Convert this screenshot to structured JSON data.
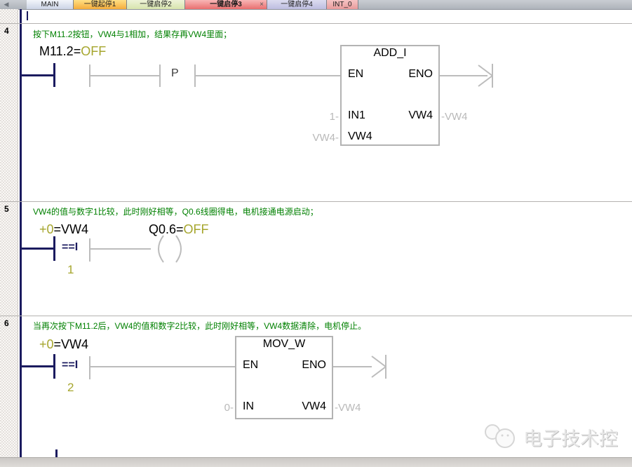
{
  "tab_bar": {
    "back_arrow": "◀",
    "tabs": [
      {
        "label": "MAIN"
      },
      {
        "label": "一键起停1"
      },
      {
        "label": "一键启停2"
      },
      {
        "label": "一键启停3",
        "close_label": "×"
      },
      {
        "label": "一键启停4"
      },
      {
        "label": "INT_0"
      }
    ]
  },
  "networks": {
    "n4": {
      "number": "4",
      "comment": "按下M11.2按钮，VW4与1相加，结果存再VW4里面；",
      "contact_address": "M11.2=",
      "contact_state": "OFF",
      "edge_label": "P",
      "block_title": "ADD_I",
      "pin_en": "EN",
      "pin_eno": "ENO",
      "in1_operand": "1-",
      "pin_in1": "IN1",
      "out_value": "VW4",
      "out_operand": "-VW4",
      "in2_operand": "VW4-",
      "pin_in2": "VW4"
    },
    "n5": {
      "number": "5",
      "comment": "VW4的值与数字1比较，此时刚好相等，Q0.6线圈得电，电机接通电源启动；",
      "compare_value": "+0",
      "compare_address": "=VW4",
      "compare_op": "==I",
      "compare_const": "1",
      "coil_address": "Q0.6=",
      "coil_state": "OFF"
    },
    "n6": {
      "number": "6",
      "comment": "当再次按下M11.2后，VW4的值和数字2比较，此时刚好相等，VW4数据清除，电机停止。",
      "compare_value": "+0",
      "compare_address": "=VW4",
      "compare_op": "==I",
      "compare_const": "2",
      "block_title": "MOV_W",
      "pin_en": "EN",
      "pin_eno": "ENO",
      "in_operand": "0-",
      "pin_in": "IN",
      "out_value": "VW4",
      "out_operand": "-VW4"
    }
  },
  "watermark": {
    "text": "电子技术控"
  },
  "colors": {
    "power_on_navy": "#1b1b5f",
    "power_off_gray": "#bcbcbc",
    "status_value_olive": "#a6a62e",
    "comment_green": "#008000",
    "tab_main": "#dbe2f2",
    "tab_1_orange": "#f9c561",
    "tab_2_green": "#e0eabd",
    "tab_3_red_active": "#ef8d8d",
    "tab_4_lavender": "#cacae8",
    "tab_int0_pink": "#f0b0b0"
  }
}
